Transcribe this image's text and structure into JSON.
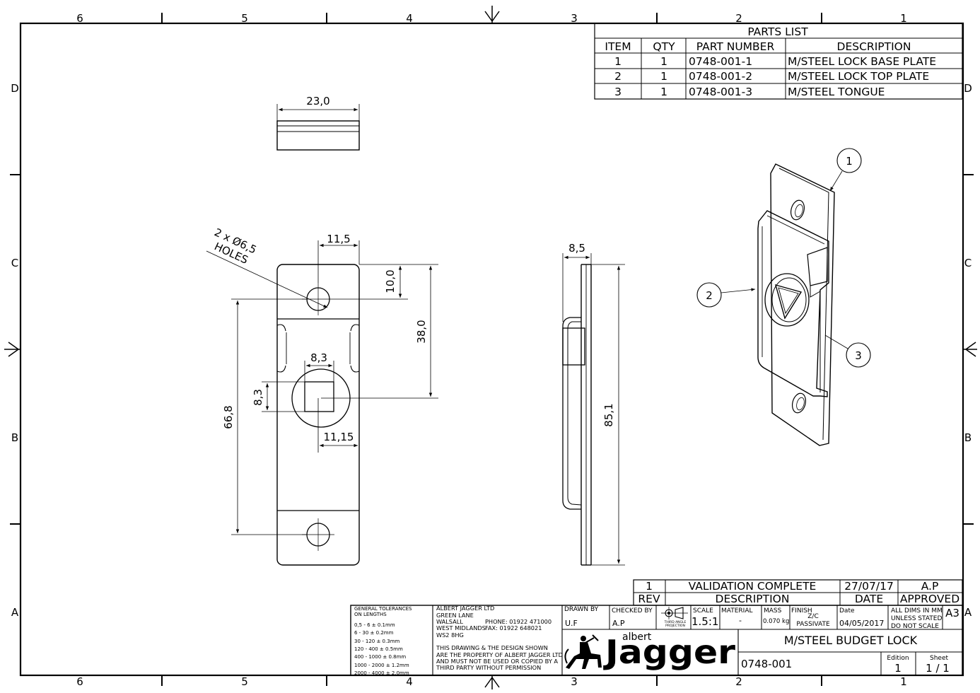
{
  "zones": {
    "columns": [
      "6",
      "5",
      "4",
      "3",
      "2",
      "1"
    ],
    "rows": [
      "D",
      "C",
      "B",
      "A"
    ]
  },
  "parts_list": {
    "title": "PARTS LIST",
    "headers": [
      "ITEM",
      "QTY",
      "PART NUMBER",
      "DESCRIPTION"
    ],
    "rows": [
      [
        "1",
        "1",
        "0748-001-1",
        "M/STEEL LOCK BASE PLATE"
      ],
      [
        "2",
        "1",
        "0748-001-2",
        "M/STEEL LOCK TOP PLATE"
      ],
      [
        "3",
        "1",
        "0748-001-3",
        "M/STEEL TONGUE"
      ]
    ]
  },
  "dimensions": {
    "top_width": "23,0",
    "hole_callout_line1": "2 x Ø6,5",
    "hole_callout_line2": "HOLES",
    "hole_offset_x": "11,5",
    "hole_offset_y": "10,0",
    "height_38": "38,0",
    "hole_spacing": "66,8",
    "square_width": "8,3",
    "square_height": "8,3",
    "square_offset": "11,15",
    "side_thickness": "8,5",
    "side_height": "85,1"
  },
  "balloons": [
    "1",
    "2",
    "3"
  ],
  "revision": {
    "rev": "1",
    "description": "VALIDATION COMPLETE",
    "date": "27/07/17",
    "approved": "A.P",
    "rev_label": "REV",
    "description_label": "DESCRIPTION",
    "date_label": "DATE",
    "approved_label": "APPROVED"
  },
  "title_block": {
    "tolerances_title_1": "GENERAL TOLERANCES",
    "tolerances_title_2": "ON LENGTHS",
    "tolerances": [
      "0,5 - 6 ± 0.1mm",
      "6 - 30 ± 0.2mm",
      "30 - 120 ± 0.3mm",
      "120 - 400 ± 0.5mm",
      "400 - 1000 ± 0.8mm",
      "1000 - 2000 ± 1.2mm",
      "2000 - 4000 ± 2.0mm"
    ],
    "company_lines": [
      "ALBERT JAGGER LTD",
      "GREEN LANE",
      "WALSALL",
      "WEST MIDLANDS",
      "WS2 8HG"
    ],
    "phone": "PHONE: 01922 471000",
    "fax": "FAX: 01922 648021",
    "property_lines": [
      "THIS DRAWING & THE DESIGN SHOWN",
      "ARE THE PROPERTY OF ALBERT JAGGER LTD",
      "AND MUST NOT BE USED OR COPIED BY A",
      "THIRD PARTY WITHOUT PERMISSION"
    ],
    "drawn_by_label": "DRAWN BY",
    "drawn_by": "U.F",
    "checked_by_label": "CHECKED BY",
    "checked_by": "A.P",
    "projection_line1": "THIRD ANGLE",
    "projection_line2": "PROJECTION",
    "scale_label": "SCALE",
    "scale": "1.5:1",
    "material_label": "MATERIAL",
    "material": "-",
    "mass_label": "MASS",
    "mass": "0.070 kg",
    "finish_label": "FINISH",
    "finish_line1": "Z/C",
    "finish_line2": "PASSIVATE",
    "date_label": "Date",
    "date": "04/05/2017",
    "units_lines": [
      "ALL DIMS IN MM",
      "UNLESS STATED",
      "DO NOT SCALE"
    ],
    "sheet_size": "A3",
    "logo_small": "albert",
    "logo_big": "Jagger",
    "drawing_title": "M/STEEL BUDGET LOCK",
    "drawing_number": "0748-001",
    "edition_label": "Edition",
    "edition": "1",
    "sheet_label": "Sheet",
    "sheet": "1 / 1"
  }
}
